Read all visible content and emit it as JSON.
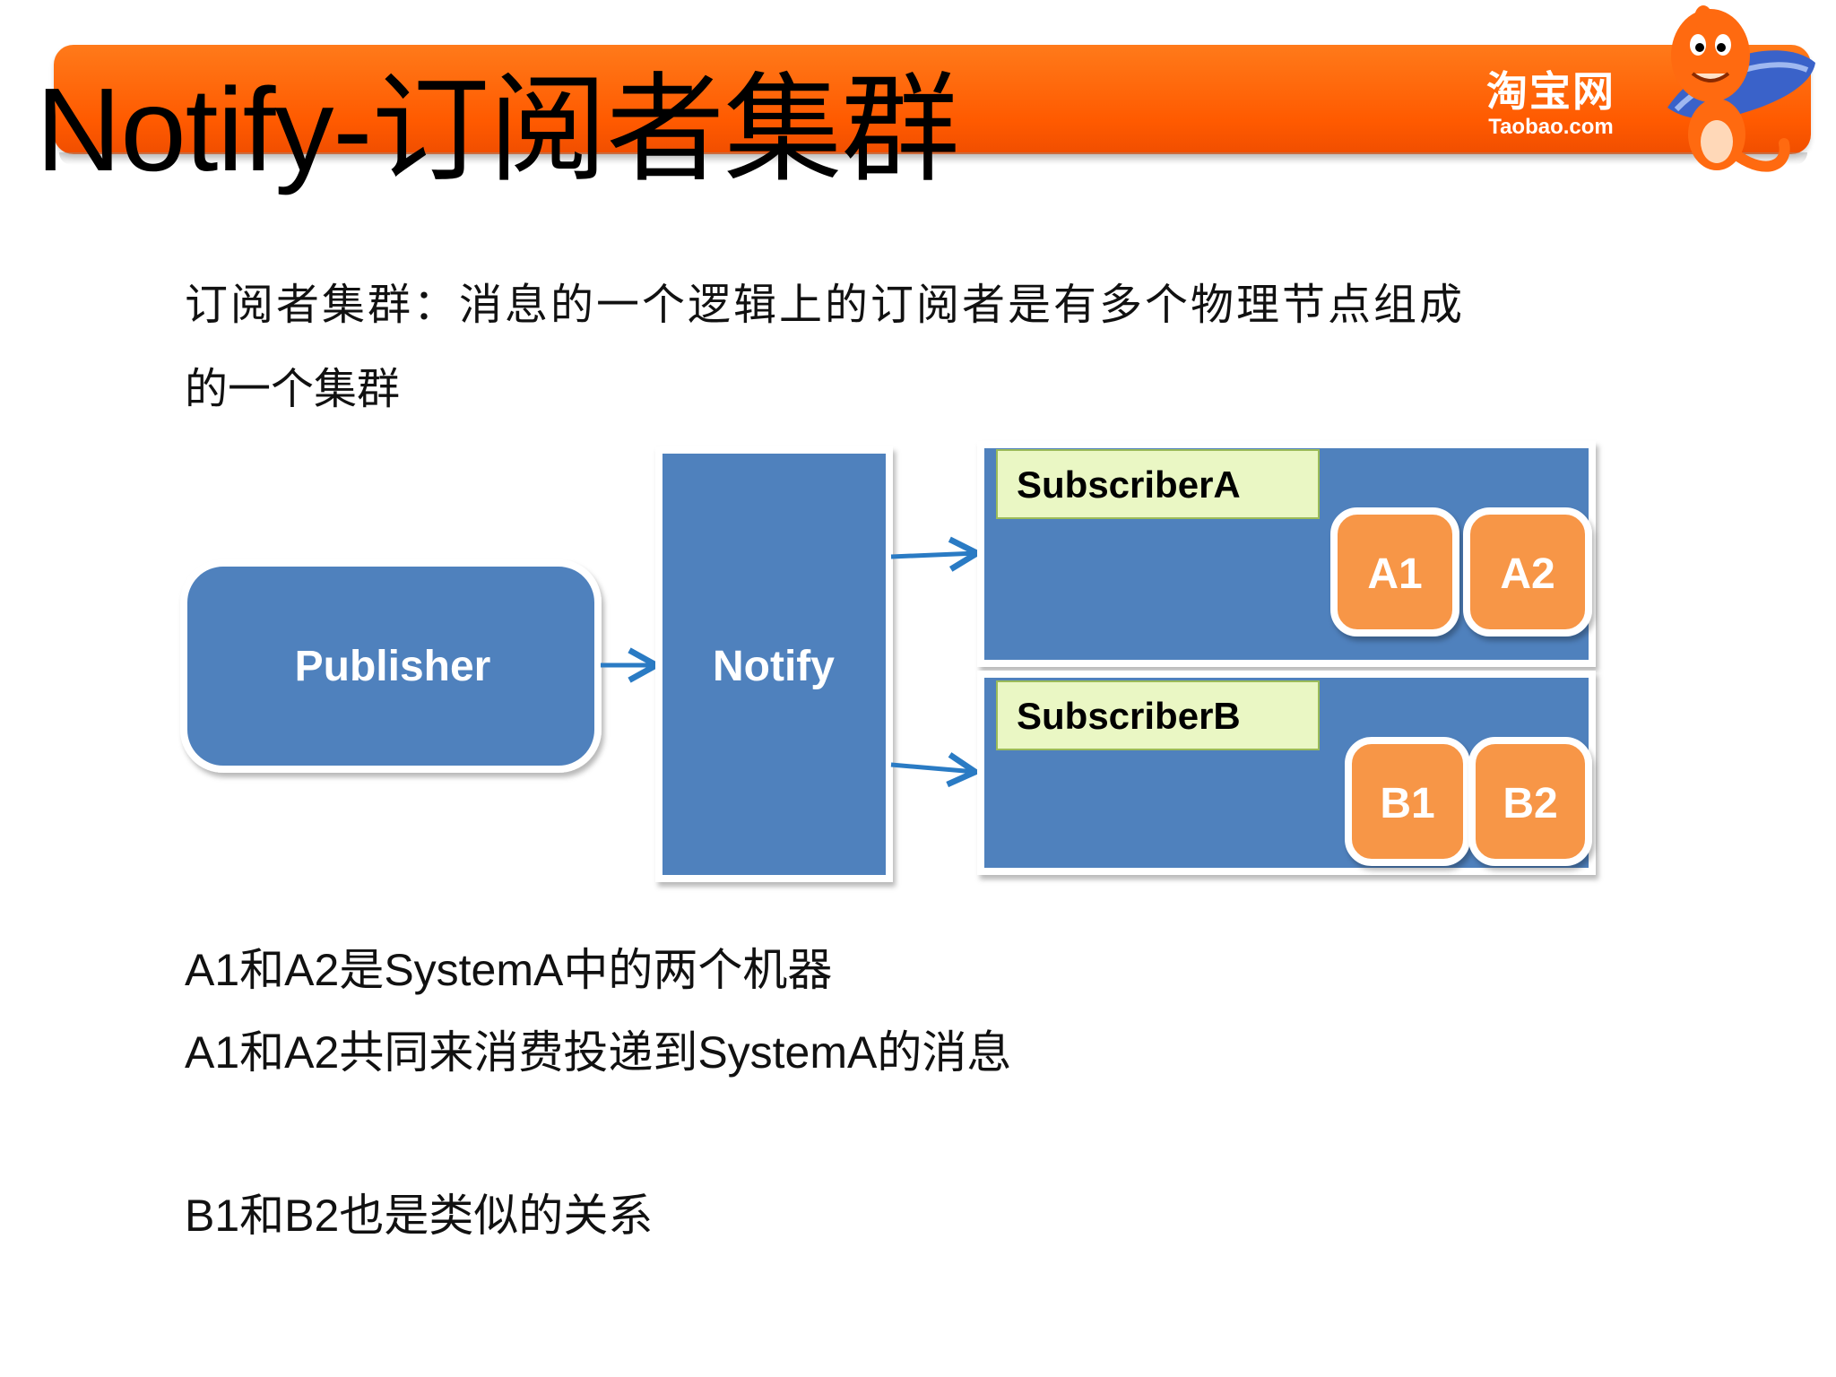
{
  "slide": {
    "title": "Notify-订阅者集群"
  },
  "brand": {
    "name_cn": "淘宝网",
    "name_en": "Taobao.com",
    "icon": "taobao-mascot-icon",
    "header_color": "#ff5a00"
  },
  "intro": {
    "line1": "订阅者集群：消息的一个逻辑上的订阅者是有多个物理节点组成",
    "line2": "的一个集群"
  },
  "diagram": {
    "publisher": "Publisher",
    "notify": "Notify",
    "subscriber_a": {
      "label": "SubscriberA",
      "nodes": [
        "A1",
        "A2"
      ]
    },
    "subscriber_b": {
      "label": "SubscriberB",
      "nodes": [
        "B1",
        "B2"
      ]
    },
    "colors": {
      "blue": "#4f81bd",
      "orange": "#f79646",
      "label_green": "#eaf7c4",
      "arrow": "#2a7bc4"
    }
  },
  "notes": {
    "line1": "A1和A2是SystemA中的两个机器",
    "line2": "A1和A2共同来消费投递到SystemA的消息",
    "line3": "B1和B2也是类似的关系"
  }
}
